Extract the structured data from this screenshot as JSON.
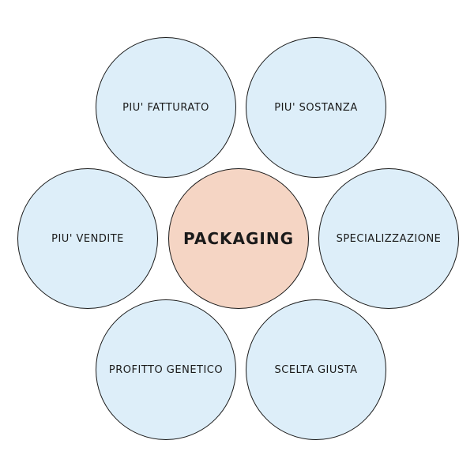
{
  "diagram": {
    "center": {
      "label": "PACKAGING"
    },
    "nodes": [
      {
        "label": "PIU' FATTURATO"
      },
      {
        "label": "PIU' SOSTANZA"
      },
      {
        "label": "PIU' VENDITE"
      },
      {
        "label": "SPECIALIZZAZIONE"
      },
      {
        "label": "PROFITTO GENETICO"
      },
      {
        "label": "SCELTA GIUSTA"
      }
    ]
  },
  "colors": {
    "outer_fill": "#ddeef9",
    "center_fill": "#f5d5c4",
    "stroke": "#1a1a1a"
  }
}
